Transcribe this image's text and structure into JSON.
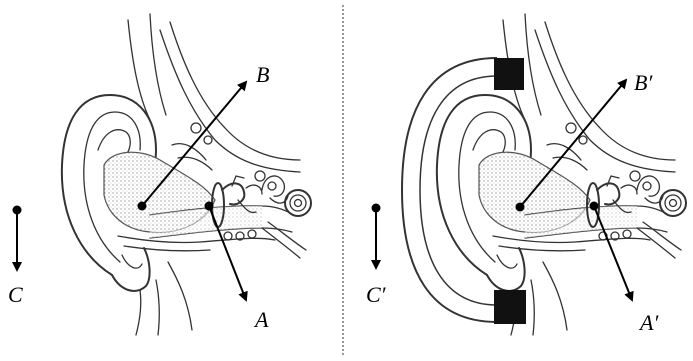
{
  "figure": {
    "left_panel": {
      "label_b": "B",
      "label_a": "A",
      "label_c": "C"
    },
    "right_panel": {
      "label_b": "B′",
      "label_a": "A′",
      "label_c": "C′"
    },
    "colors": {
      "ink": "#333333",
      "shade": "#d9d9d9",
      "headphone_pad": "#111111",
      "background": "#ffffff"
    }
  }
}
